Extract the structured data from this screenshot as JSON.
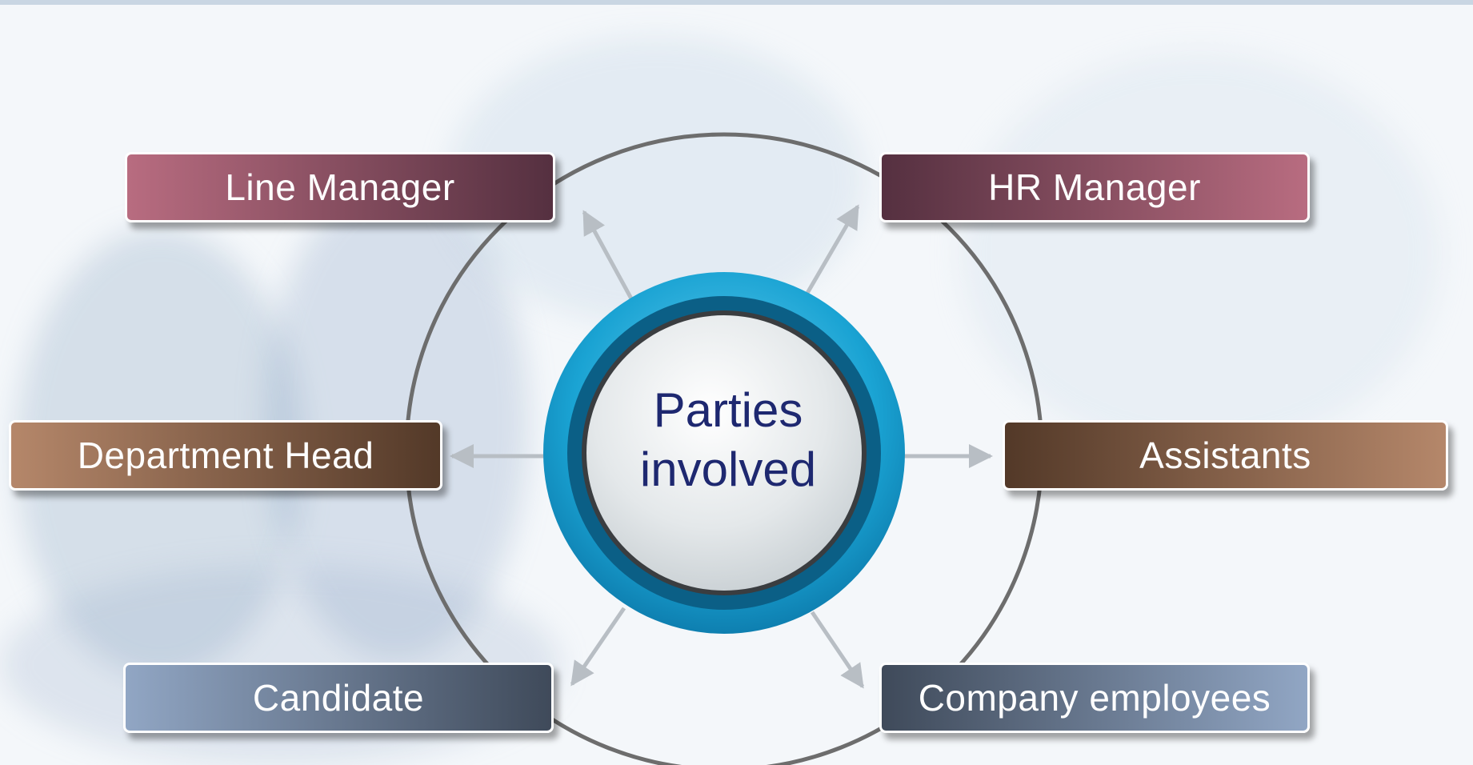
{
  "diagram": {
    "center": {
      "line1": "Parties",
      "line2": "involved"
    },
    "parties": [
      {
        "label": "Line Manager",
        "color_from": "#b86c80",
        "color_to": "#553040"
      },
      {
        "label": "HR Manager",
        "color_from": "#553040",
        "color_to": "#b86c80"
      },
      {
        "label": "Department Head",
        "color_from": "#b5876a",
        "color_to": "#533928"
      },
      {
        "label": "Assistants",
        "color_from": "#533928",
        "color_to": "#b5876a"
      },
      {
        "label": "Candidate",
        "color_from": "#91a6c4",
        "color_to": "#3f4a5a"
      },
      {
        "label": "Company employees",
        "color_from": "#3f4a5a",
        "color_to": "#91a6c4"
      }
    ],
    "colors": {
      "ring": "#6d6d6d",
      "hub_outer": "#1aa3d3",
      "hub_dark": "#0b5f86",
      "connector": "#b8bec4"
    }
  }
}
